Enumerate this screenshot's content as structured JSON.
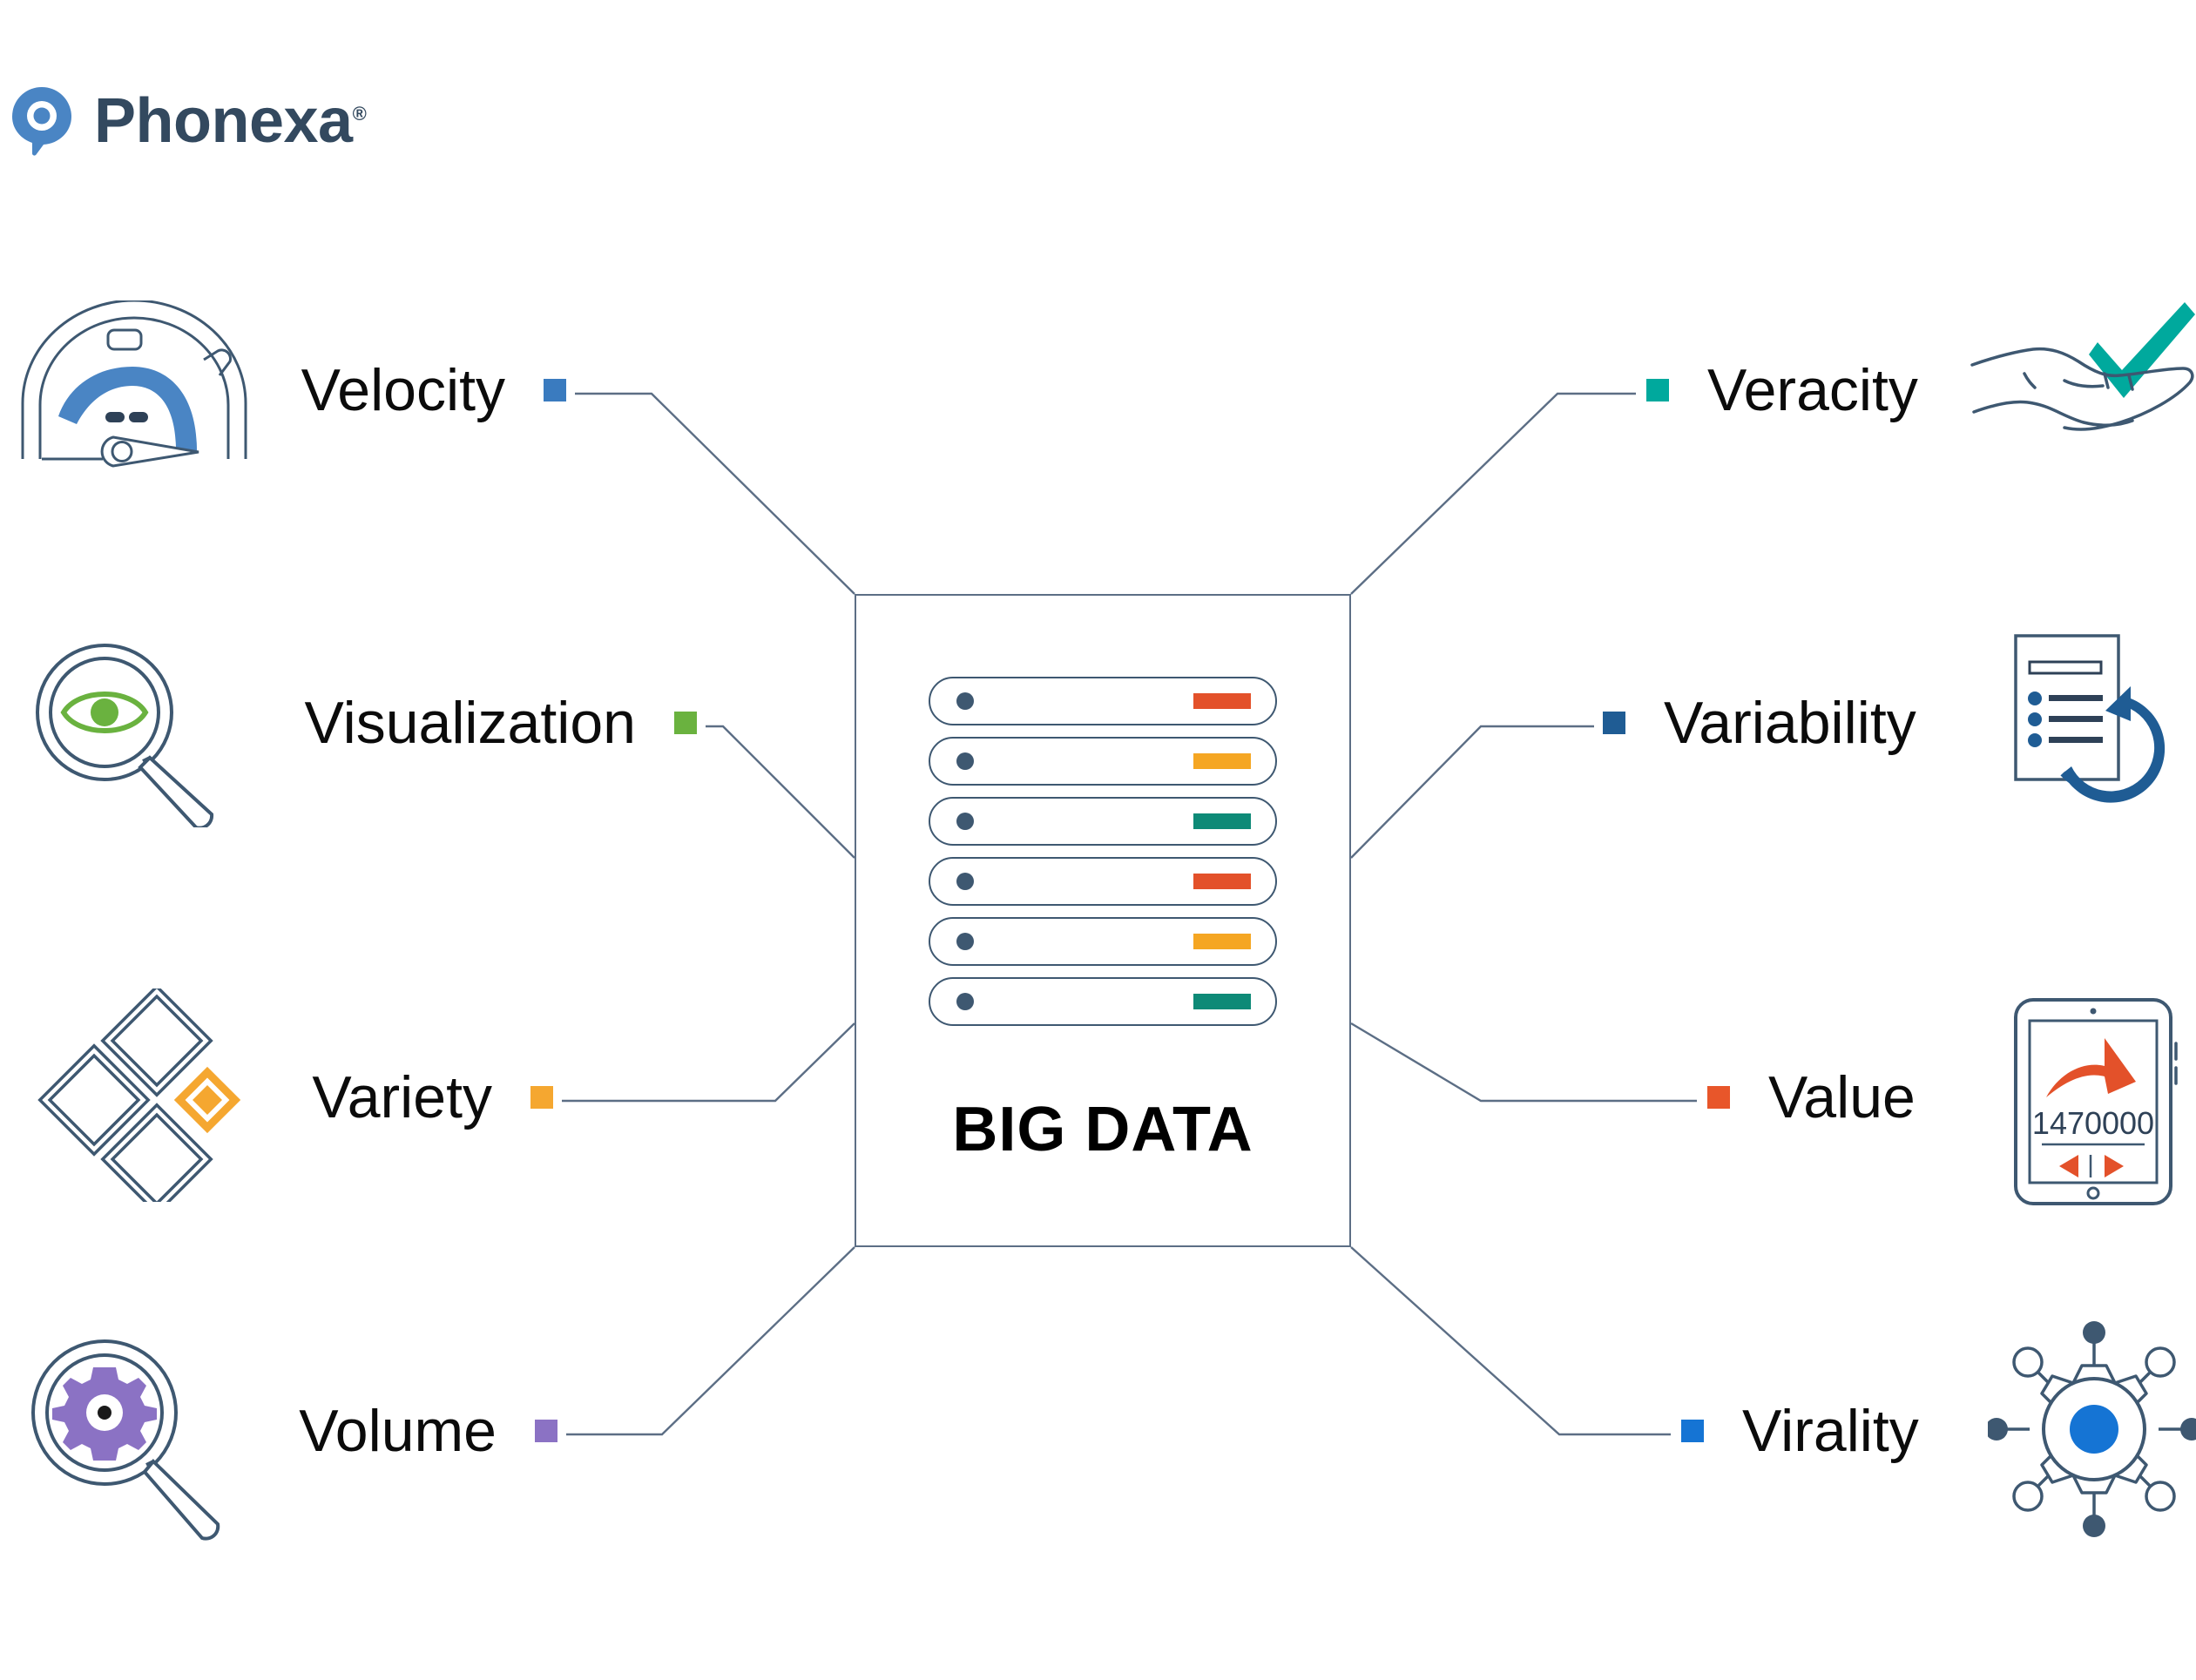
{
  "brand": {
    "name": "Phonexa",
    "registered_mark": "®",
    "logo_color": "#4a85c4",
    "wordmark_color": "#33495f"
  },
  "center": {
    "title": "BIG DATA",
    "box_border_color": "#5c6e85",
    "rack_rows": [
      {
        "bar_color": "#e3512a",
        "dot_color": "#3e5871"
      },
      {
        "bar_color": "#f5a623",
        "dot_color": "#3e5871"
      },
      {
        "bar_color": "#0e8a77",
        "dot_color": "#3e5871"
      },
      {
        "bar_color": "#e3512a",
        "dot_color": "#3e5871"
      },
      {
        "bar_color": "#f5a623",
        "dot_color": "#3e5871"
      },
      {
        "bar_color": "#0e8a77",
        "dot_color": "#3e5871"
      }
    ]
  },
  "nodes": {
    "left": [
      {
        "id": "velocity",
        "label": "Velocity",
        "marker_color": "#3a7bbf",
        "icon": "speedometer-icon"
      },
      {
        "id": "visualization",
        "label": "Visualization",
        "marker_color": "#6ab23f",
        "icon": "magnifier-eye-icon"
      },
      {
        "id": "variety",
        "label": "Variety",
        "marker_color": "#f5a730",
        "icon": "diamonds-icon"
      },
      {
        "id": "volume",
        "label": "Volume",
        "marker_color": "#8b72c4",
        "icon": "magnifier-gear-icon"
      }
    ],
    "right": [
      {
        "id": "veracity",
        "label": "Veracity",
        "marker_color": "#00a99d",
        "icon": "hand-check-icon"
      },
      {
        "id": "variability",
        "label": "Variability",
        "marker_color": "#1f5c94",
        "icon": "document-refresh-icon"
      },
      {
        "id": "value",
        "label": "Value",
        "marker_color": "#e8562a",
        "icon": "tablet-growth-icon"
      },
      {
        "id": "virality",
        "label": "Virality",
        "marker_color": "#1574d4",
        "icon": "network-hub-icon"
      }
    ]
  },
  "icon_details": {
    "tablet_value_number": "1470000"
  },
  "palette": {
    "navy_outline": "#3e5871",
    "connector_line": "#5c6e85",
    "teal": "#00a99d",
    "blue_accent": "#1574d4",
    "orange": "#e3512a",
    "purple": "#8b72c4",
    "green": "#6ab23f"
  }
}
